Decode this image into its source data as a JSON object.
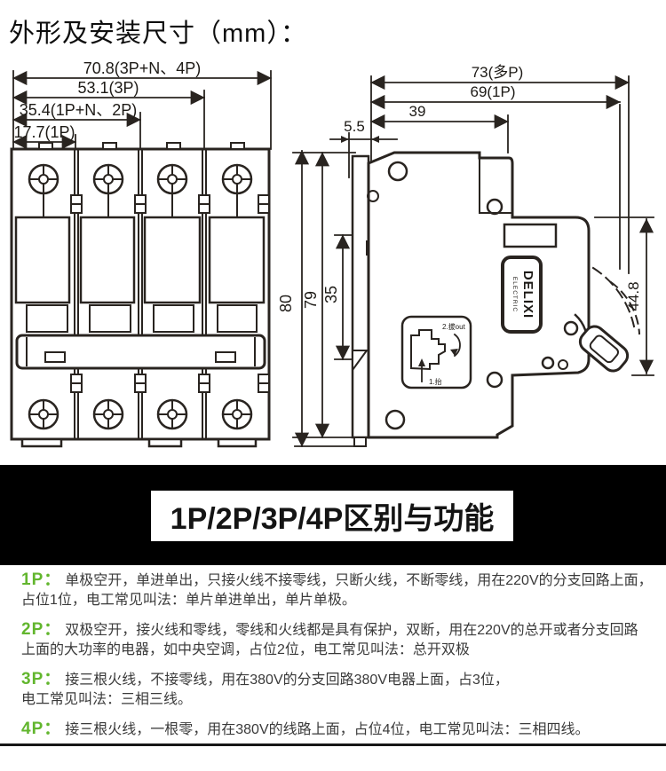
{
  "page": {
    "title": "外形及安装尺寸（mm）：",
    "banner": "1P/2P/3P/4P区别与功能"
  },
  "front_view": {
    "dims": {
      "w4p": "70.8(3P+N、4P)",
      "w3p": "53.1(3P)",
      "w2p": "35.4(1P+N、2P)",
      "w1p": "17.7(1P)"
    }
  },
  "side_view": {
    "dims": {
      "overall_height": "80",
      "body_height": "79",
      "rail_height": "35",
      "depth_multi": "73(多P)",
      "depth_1p": "69(1P)",
      "top_depth": "39",
      "rail_offset": "5.5",
      "front_height": "44.8"
    },
    "brand": {
      "name": "DELIXI",
      "sub": "ELECTRIC"
    },
    "inset": {
      "step2": "2.拔out",
      "step1": "1.抬"
    }
  },
  "sections": [
    {
      "label": "1P：",
      "text": "单极空开，单进单出，只接火线不接零线，只断火线，不断零线，用在220V的分支回路上面，\n占位1位，电工常见叫法：单片单进单出，单片单极。"
    },
    {
      "label": "2P：",
      "text": "双极空开，接火线和零线，零线和火线都是具有保护，双断，用在220V的总开或者分支回路\n上面的大功率的电器，如中央空调，占位2位，电工常见叫法：总开双极"
    },
    {
      "label": "3P：",
      "text": "接三根火线，不接零线，用在380V的分支回路380V电器上面，占3位，\n电工常见叫法：三相三线。"
    },
    {
      "label": "4P：",
      "text": "接三根火线，一根零，用在380V的线路上面，占位4位，电工常见叫法：三相四线。"
    }
  ],
  "colors": {
    "accent_green": "#62b62e",
    "line_ink": "#292420",
    "banner_bg": "#000000"
  }
}
